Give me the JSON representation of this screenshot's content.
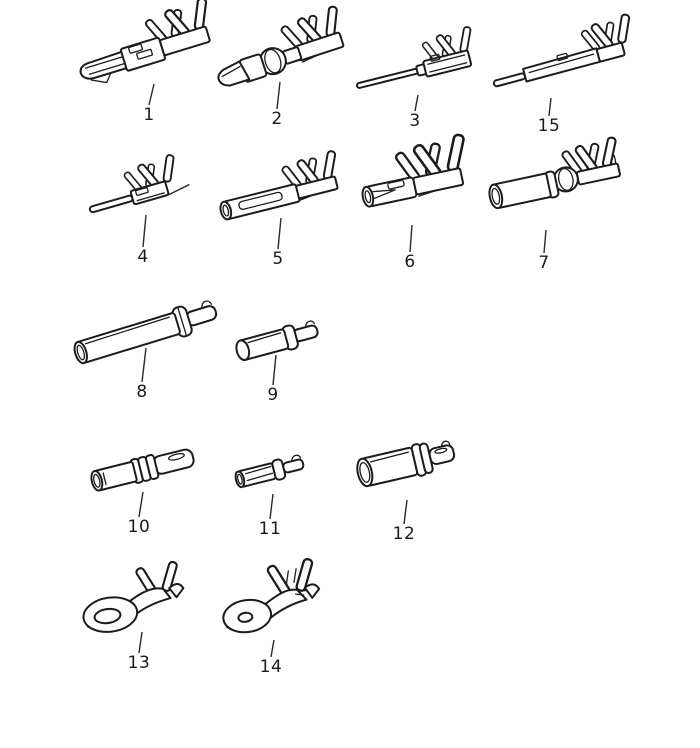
{
  "diagram": {
    "background_color": "#ffffff",
    "line_color": "#1c1c1c",
    "parts": [
      {
        "number": "1",
        "name": "flat-blade-male-terminal"
      },
      {
        "number": "2",
        "name": "bullet-male-terminal"
      },
      {
        "number": "3",
        "name": "round-pin-male-terminal"
      },
      {
        "number": "15",
        "name": "long-pin-male-terminal"
      },
      {
        "number": "4",
        "name": "small-pin-male-terminal"
      },
      {
        "number": "5",
        "name": "cylindrical-socket-terminal"
      },
      {
        "number": "6",
        "name": "flat-receptacle-terminal"
      },
      {
        "number": "7",
        "name": "round-sleeve-receptacle-terminal"
      },
      {
        "number": "8",
        "name": "long-insulating-sleeve"
      },
      {
        "number": "9",
        "name": "short-insulating-sleeve"
      },
      {
        "number": "10",
        "name": "ribbed-connector-sleeve"
      },
      {
        "number": "11",
        "name": "small-connector-sleeve"
      },
      {
        "number": "12",
        "name": "large-connector-sleeve"
      },
      {
        "number": "13",
        "name": "ring-terminal-large-eye"
      },
      {
        "number": "14",
        "name": "ring-terminal-small-eye"
      }
    ]
  }
}
